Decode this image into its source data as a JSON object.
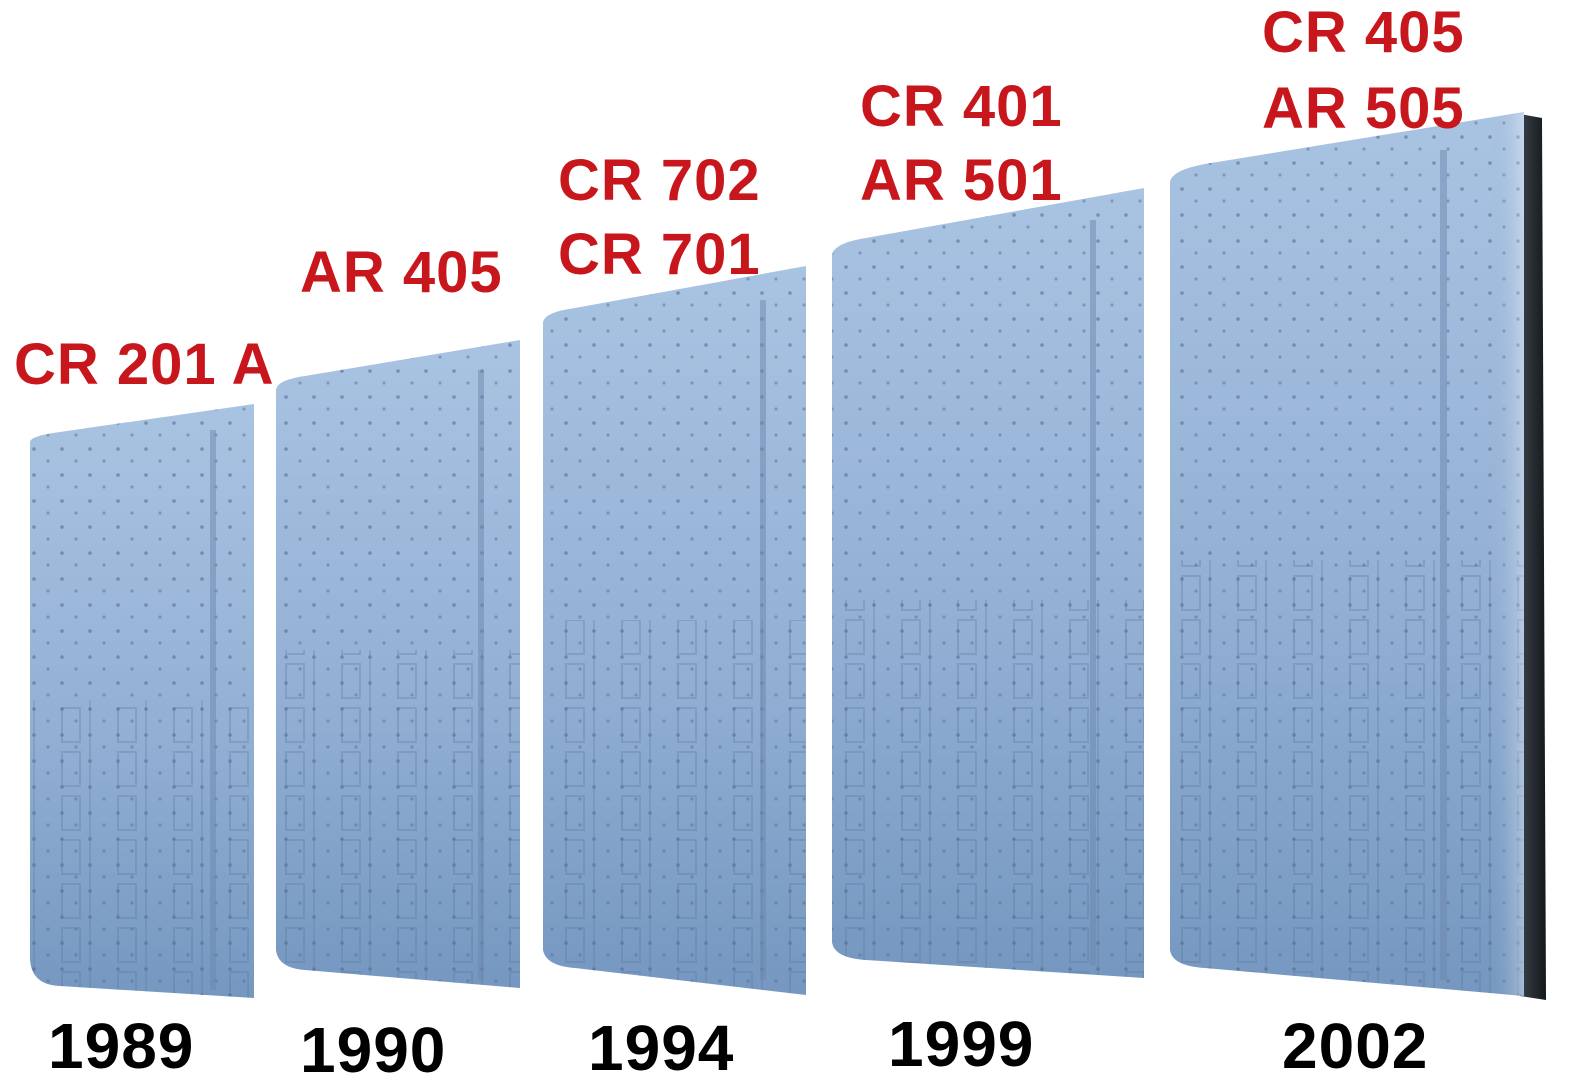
{
  "colors": {
    "label": "#c8161d",
    "year": "#000000",
    "panel_light": "#a9c3e2",
    "panel_dark": "#6f8fb6",
    "panel_shadow": "#1f2429"
  },
  "panels": [
    {
      "year": "1989",
      "codes": [
        "CR 201 A"
      ]
    },
    {
      "year": "1990",
      "codes": [
        "AR 405"
      ]
    },
    {
      "year": "1994",
      "codes": [
        "CR 702",
        "CR 701"
      ]
    },
    {
      "year": "1999",
      "codes": [
        "CR 401",
        "AR 501"
      ]
    },
    {
      "year": "2002",
      "codes": [
        "CR 405",
        "AR 505"
      ]
    }
  ]
}
